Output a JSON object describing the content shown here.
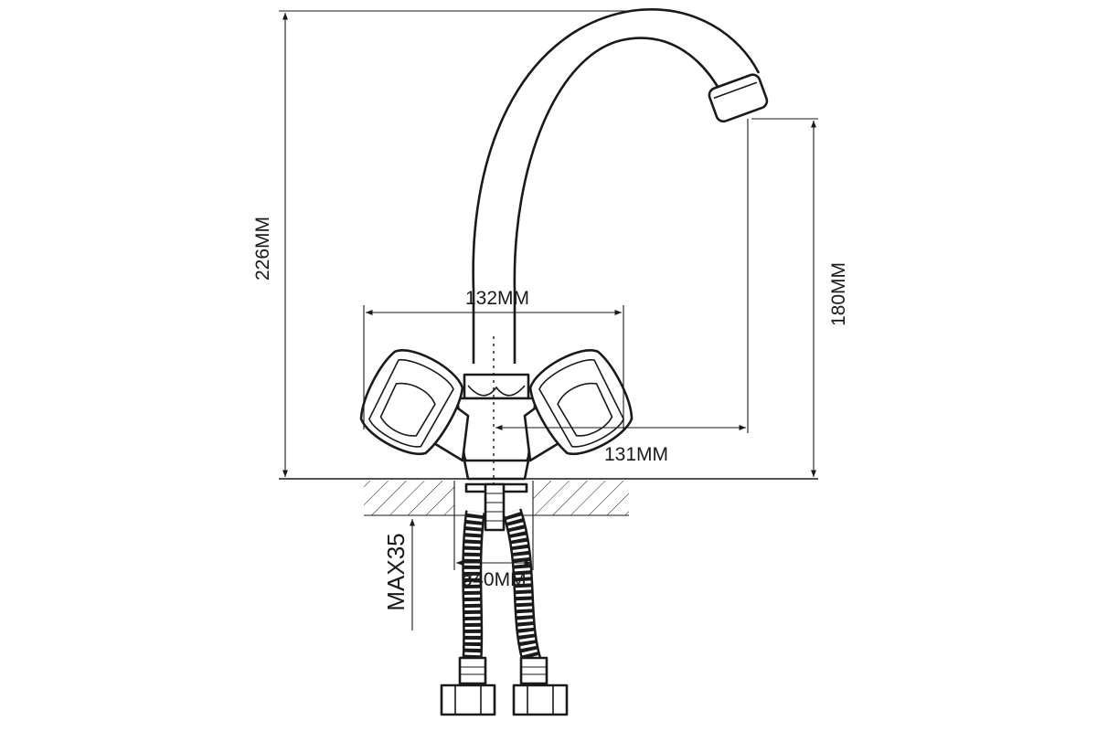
{
  "diagram": {
    "labels": {
      "total_height": "226MM",
      "spout_height": "180MM",
      "handle_span": "132MM",
      "spout_reach": "131MM",
      "hole_diameter": "ø40MM",
      "max_thickness": "MAX35"
    }
  }
}
